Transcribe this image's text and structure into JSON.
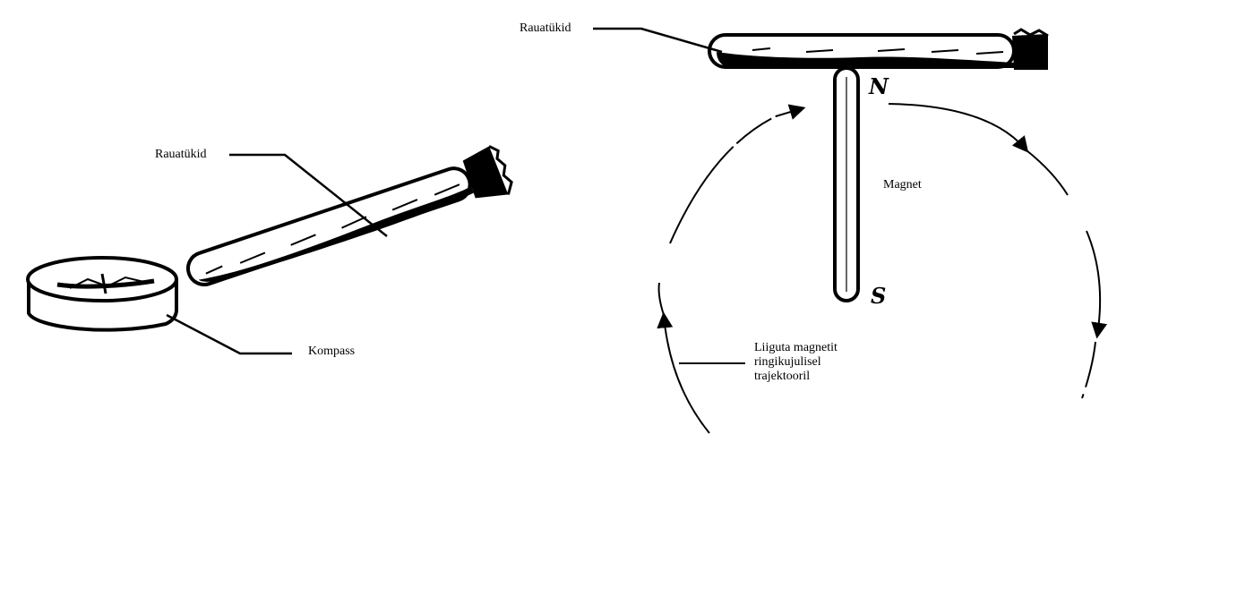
{
  "labels": {
    "left_iron": "Rauatükid",
    "compass": "Kompass",
    "right_iron": "Rauatükid",
    "magnet": "Magnet",
    "north": "N",
    "south": "S",
    "instruction_lines": [
      "Liiguta magnetit",
      "ringikujulisel",
      "trajektooril"
    ]
  },
  "colors": {
    "ink": "#000000",
    "background": "#ffffff"
  }
}
